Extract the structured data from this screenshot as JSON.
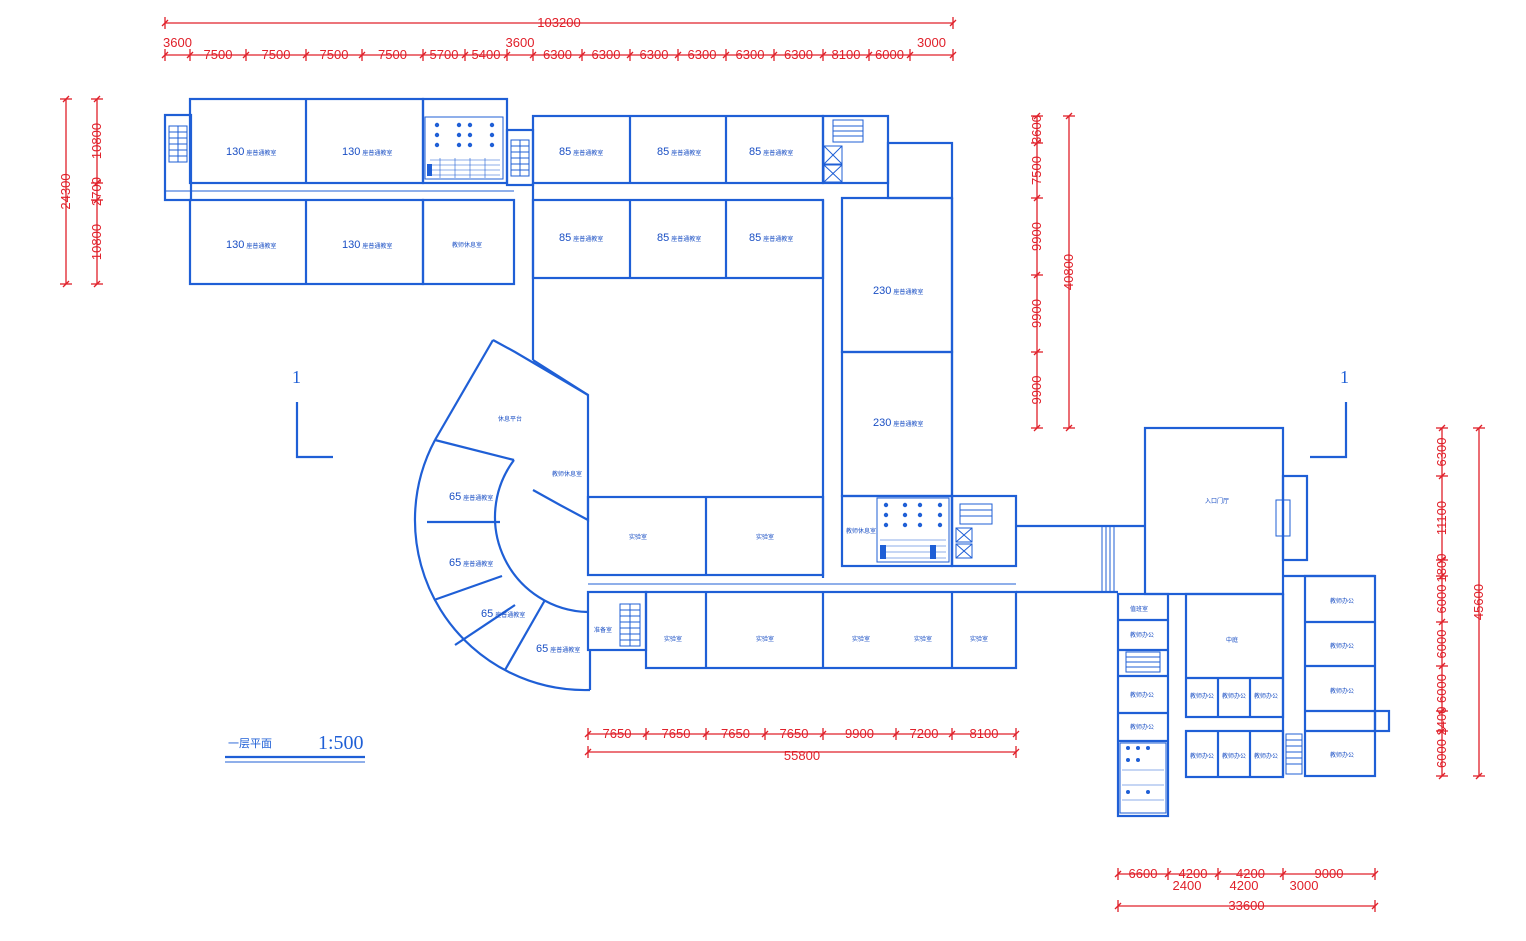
{
  "drawing": {
    "title": "一层平面",
    "scale": "1:500",
    "section_mark": "1"
  },
  "dimensions": {
    "top_total": "103200",
    "top_row": [
      "3600",
      "7500",
      "7500",
      "7500",
      "7500",
      "5700",
      "5400",
      "3600",
      "6300",
      "6300",
      "6300",
      "6300",
      "6300",
      "6300",
      "8100",
      "6000",
      "3000"
    ],
    "left_total": "24300",
    "left_row": [
      "10800",
      "2700",
      "10800"
    ],
    "right_mid_total": "40800",
    "right_mid_row": [
      "3600",
      "7500",
      "9900",
      "9900",
      "9900"
    ],
    "right_east_total": "45600",
    "right_east_row": [
      "6300",
      "11100",
      "1800",
      "6000",
      "6000",
      "6000",
      "2400",
      "6000"
    ],
    "bottom_mid_total": "55800",
    "bottom_mid_row": [
      "7650",
      "7650",
      "7650",
      "7650",
      "9900",
      "7200",
      "8100"
    ],
    "bottom_east_total": "33600",
    "bottom_east_upper": [
      "6600",
      "4200",
      "4200",
      "9000"
    ],
    "bottom_east_lower": [
      "2400",
      "4200",
      "3000"
    ]
  },
  "rooms": {
    "r130": "130",
    "r85": "85",
    "r230": "230",
    "r65": "65",
    "classroom": "座普通教室",
    "lounge": "教师休息室",
    "platform": "休息平台",
    "lab": "实验室",
    "prep": "准备室",
    "lobby": "入口门厅",
    "office": "教师办公",
    "duty": "值班室",
    "central": "中庭"
  }
}
